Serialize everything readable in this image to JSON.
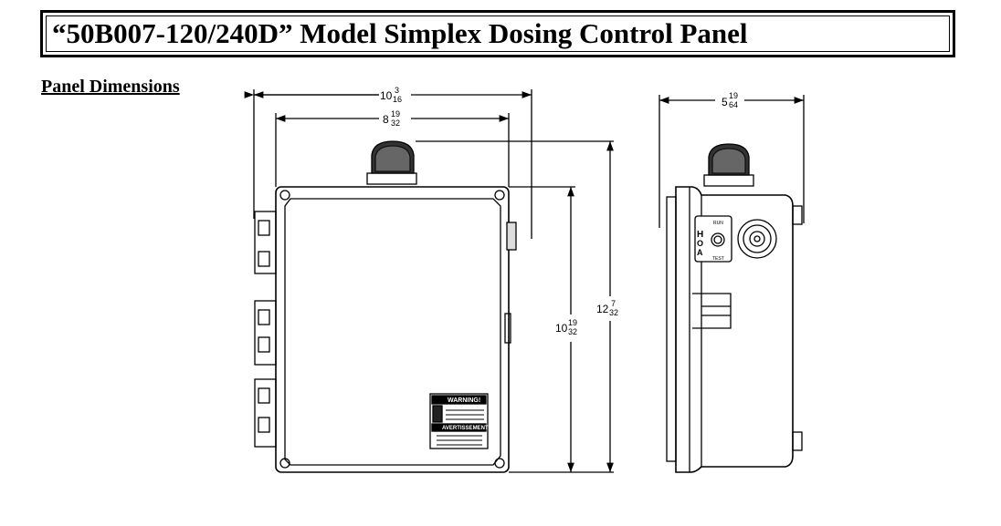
{
  "title": "“50B007-120/240D” Model Simplex Dosing Control Panel",
  "section_heading": "Panel Dimensions",
  "dimensions": {
    "overall_width": {
      "whole": "10",
      "num": "3",
      "den": "16"
    },
    "enclosure_width": {
      "whole": "8",
      "num": "19",
      "den": "32"
    },
    "overall_height": {
      "whole": "12",
      "num": "7",
      "den": "32"
    },
    "enclosure_height": {
      "whole": "10",
      "num": "19",
      "den": "32"
    },
    "depth": {
      "whole": "5",
      "num": "19",
      "den": "64"
    }
  },
  "switch_labels": {
    "hand": "H",
    "off": "O",
    "auto": "A",
    "run": "RUN",
    "test": "TEST"
  },
  "warning_label": {
    "heading": "WARNING!",
    "heading_fr": "AVERTISSEMENT!"
  }
}
